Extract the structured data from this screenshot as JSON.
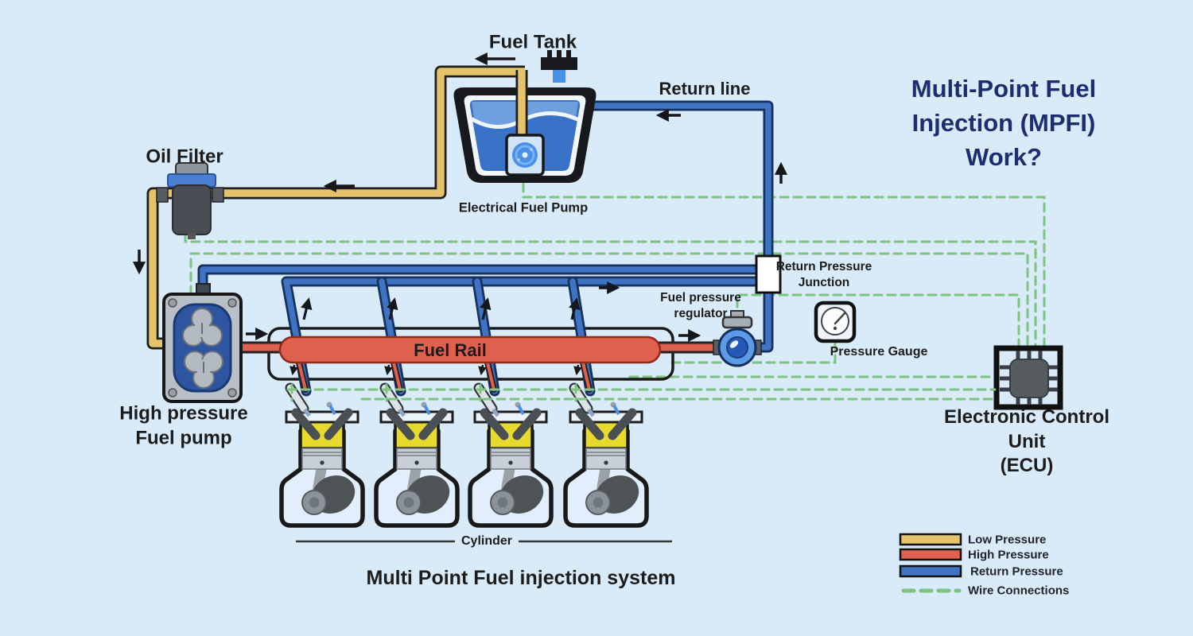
{
  "diagram": {
    "main_title": "Multi-Point Fuel\nInjection (MPFI) Work?",
    "bottom_title": "Multi Point Fuel injection system",
    "components": {
      "fuel_tank": {
        "label": "Fuel Tank"
      },
      "electrical_fuel_pump": {
        "label": "Electrical Fuel Pump"
      },
      "return_line": {
        "label": "Return line"
      },
      "oil_filter": {
        "label": "Oil Filter"
      },
      "high_pressure_fuel_pump": {
        "label": "High pressure\nFuel pump"
      },
      "fuel_rail": {
        "label": "Fuel Rail"
      },
      "fuel_pressure_regulator": {
        "label": "Fuel pressure\nregulator"
      },
      "return_pressure_junction": {
        "label": "Return Pressure\nJunction"
      },
      "pressure_gauge": {
        "label": "Pressure Gauge"
      },
      "ecu": {
        "label": "Electronic Control Unit\n(ECU)"
      },
      "cylinder": {
        "label": "Cylinder"
      }
    },
    "legend": {
      "items": [
        {
          "label": "Low Pressure",
          "color": "#e6c36a",
          "style": "solid"
        },
        {
          "label": "High Pressure",
          "color": "#e0604f",
          "style": "solid"
        },
        {
          "label": "Return Pressure",
          "color": "#3f74c4",
          "style": "solid"
        },
        {
          "label": "Wire Connections",
          "color": "#7cc47f",
          "style": "dashed"
        }
      ]
    },
    "colors": {
      "background": "#d9eaf9",
      "title_text": "#1d2d6e",
      "label_text": "#1c1c1c",
      "low_pressure_pipe": "#e6c36a",
      "high_pressure_pipe": "#e0604f",
      "return_pressure_pipe": "#3f74c4",
      "wire_connection": "#7cc47f"
    }
  }
}
